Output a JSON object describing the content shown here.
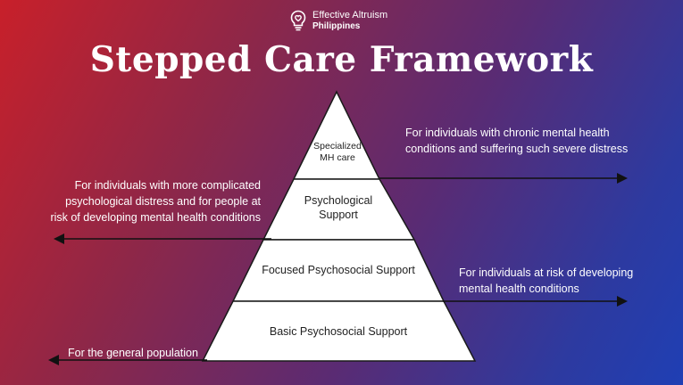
{
  "brand": {
    "name": "Effective Altruism",
    "region": "Philippines",
    "icon": "lightbulb-heart-icon"
  },
  "title": "Stepped Care Framework",
  "pyramid": {
    "tiers": [
      {
        "label": "Specialized MH care",
        "line1": "Specialized",
        "line2": "MH care"
      },
      {
        "label": "Psychological Support",
        "line1": "Psychological",
        "line2": "Support"
      },
      {
        "label": "Focused Psychosocial Support"
      },
      {
        "label": "Basic Psychosocial Support"
      }
    ]
  },
  "annotations": {
    "specialized": "For individuals with chronic mental health conditions and suffering such severe distress",
    "psychological": "For individuals with more complicated psychological distress and for people at risk of developing mental health conditions",
    "focused": "For individuals at risk of developing mental health conditions",
    "basic": "For the general population"
  },
  "colors": {
    "tier_fill": "#ffffff",
    "tier_stroke": "#1a1a1a",
    "arrow": "#111111",
    "text_light": "#ffffff"
  }
}
